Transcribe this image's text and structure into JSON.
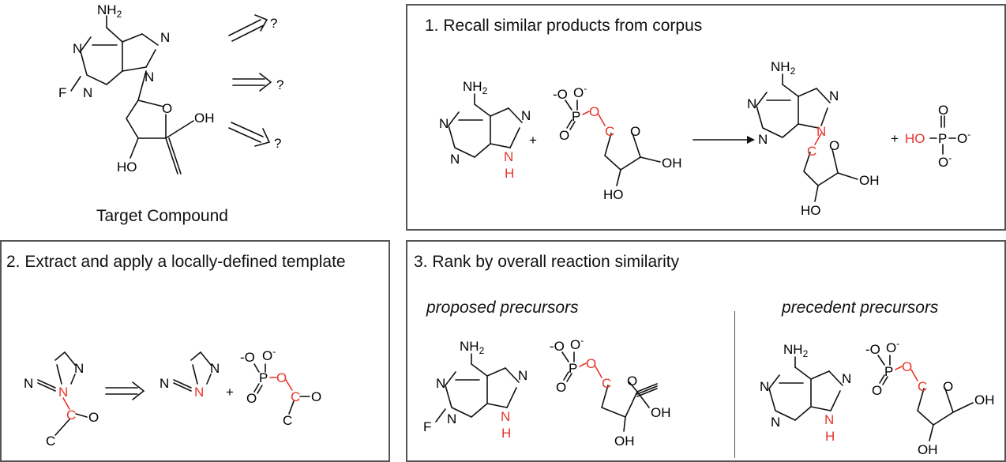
{
  "target": {
    "caption": "Target Compound",
    "unknown_marks": [
      "?",
      "?",
      "?"
    ]
  },
  "panels": {
    "recall": {
      "title": "1. Recall similar products from corpus"
    },
    "template": {
      "title": "2. Extract and apply a locally-defined template"
    },
    "rank": {
      "title": "3. Rank by overall reaction similarity",
      "proposed_label": "proposed precursors",
      "precedent_label": "precedent precursors"
    }
  },
  "atoms": {
    "nh2": "NH",
    "nh2_sub": "2",
    "n": "N",
    "h": "H",
    "f": "F",
    "o": "O",
    "p": "P",
    "c": "C",
    "oh": "OH",
    "ho": "HO",
    "o_minus": "O",
    "minus": "-",
    "plus": "+"
  },
  "colors": {
    "highlight": "#e8352a",
    "ink": "#111111",
    "border": "#555555"
  }
}
